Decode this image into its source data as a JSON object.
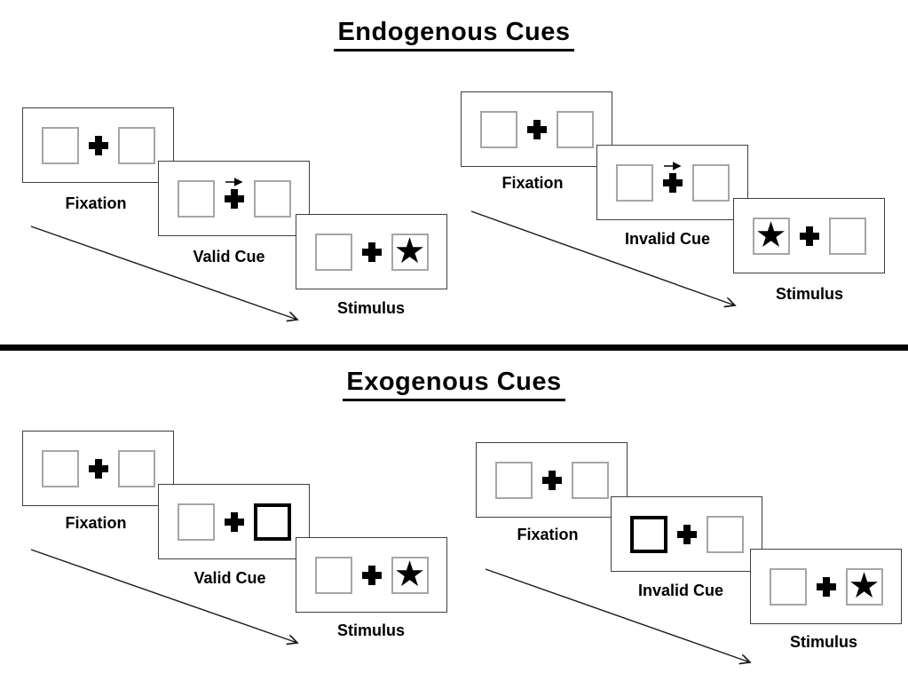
{
  "glyphs": {
    "star": "★",
    "fixation_cross": "plus-shape",
    "cue_arrow": "right-arrow"
  },
  "colors": {
    "panel_border": "#3f3f3f",
    "placeholder_border": "#a6a6a6",
    "cue_highlight_border": "#000000",
    "divider": "#000000",
    "text": "#000000"
  },
  "sections": [
    {
      "title": "Endogenous Cues",
      "sequences": [
        {
          "name": "valid",
          "fixation_label": "Fixation",
          "cue_label": "Valid Cue",
          "stimulus_label": "Stimulus",
          "cue_type": "central-arrow-right",
          "stimulus_side": "right"
        },
        {
          "name": "invalid",
          "fixation_label": "Fixation",
          "cue_label": "Invalid Cue",
          "stimulus_label": "Stimulus",
          "cue_type": "central-arrow-right",
          "stimulus_side": "left"
        }
      ]
    },
    {
      "title": "Exogenous Cues",
      "sequences": [
        {
          "name": "valid",
          "fixation_label": "Fixation",
          "cue_label": "Valid Cue",
          "stimulus_label": "Stimulus",
          "cue_type": "peripheral-highlight-right",
          "stimulus_side": "right"
        },
        {
          "name": "invalid",
          "fixation_label": "Fixation",
          "cue_label": "Invalid Cue",
          "stimulus_label": "Stimulus",
          "cue_type": "peripheral-highlight-left",
          "stimulus_side": "right"
        }
      ]
    }
  ]
}
